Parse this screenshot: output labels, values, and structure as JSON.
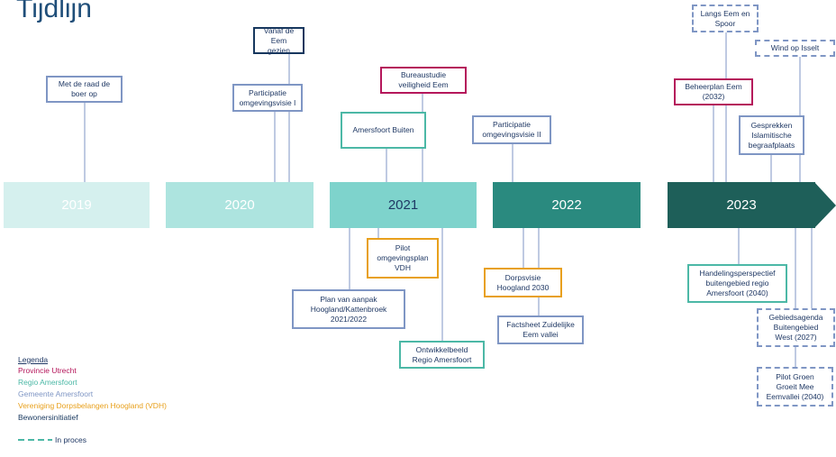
{
  "title": "Tijdlijn",
  "years": [
    {
      "label": "2019",
      "color": "#d5f0ee",
      "text_color": "#ffffff"
    },
    {
      "label": "2020",
      "color": "#ade4df",
      "text_color": "#ffffff"
    },
    {
      "label": "2021",
      "color": "#7ed3cc",
      "text_color": "#1f3864"
    },
    {
      "label": "2022",
      "color": "#2a8a7f",
      "text_color": "#ffffff"
    },
    {
      "label": "2023",
      "color": "#1e5f59",
      "text_color": "#ffffff"
    }
  ],
  "boxes": [
    {
      "id": "raad",
      "text": "Met de raad de\nboer op",
      "category": "gemeente",
      "dashed": false
    },
    {
      "id": "vanaf",
      "text": "Vanaf de Eem\ngezien",
      "category": "bewoners",
      "dashed": false
    },
    {
      "id": "partI",
      "text": "Participatie\nomgevingsvisie I",
      "category": "gemeente",
      "dashed": false
    },
    {
      "id": "bureau",
      "text": "Bureaustudie\nveiligheid Eem",
      "category": "provincie",
      "dashed": false
    },
    {
      "id": "buiten",
      "text": "Amersfoort Buiten",
      "category": "regio",
      "dashed": false
    },
    {
      "id": "partII",
      "text": "Participatie\nomgevingsvisie II",
      "category": "gemeente",
      "dashed": false
    },
    {
      "id": "langs",
      "text": "Langs Eem en\nSpoor",
      "category": "gemeente",
      "dashed": true
    },
    {
      "id": "wind",
      "text": "Wind op  Isselt",
      "category": "gemeente",
      "dashed": true
    },
    {
      "id": "beheer",
      "text": "Beheerplan Eem\n(2032)",
      "category": "provincie",
      "dashed": false
    },
    {
      "id": "gesprek",
      "text": "Gesprekken\nIslamitische\nbegraafplaats",
      "category": "gemeente",
      "dashed": false
    },
    {
      "id": "pilot",
      "text": "Pilot\nomgevingsplan\nVDH",
      "category": "vdh",
      "dashed": false
    },
    {
      "id": "plan",
      "text": "Plan van aanpak\nHoogland/Kattenbroek\n2021/2022",
      "category": "gemeente",
      "dashed": false
    },
    {
      "id": "ontw",
      "text": "Ontwikkelbeeld\nRegio Amersfoort",
      "category": "regio",
      "dashed": false
    },
    {
      "id": "dorps",
      "text": "Dorpsvisie\nHoogland 2030",
      "category": "vdh",
      "dashed": false
    },
    {
      "id": "fact",
      "text": "Factsheet  Zuidelijke\nEem vallei",
      "category": "gemeente",
      "dashed": false
    },
    {
      "id": "handel",
      "text": "Handelingsperspectief\nbuitengebied regio\nAmersfoort (2040)",
      "category": "regio",
      "dashed": false
    },
    {
      "id": "gebied",
      "text": "Gebiedsagenda\nBuitengebied\nWest (2027)",
      "category": "gemeente",
      "dashed": true
    },
    {
      "id": "groen",
      "text": "Pilot Groen\nGroeit Mee\nEemvallei (2040)",
      "category": "gemeente",
      "dashed": true
    }
  ],
  "legend": {
    "heading": "Legenda",
    "items": [
      {
        "label": "Provincie Utrecht",
        "color": "#b5175b"
      },
      {
        "label": "Regio Amersfoort",
        "color": "#4cb8a6"
      },
      {
        "label": "Gemeente Amersfoort",
        "color": "#7f96c4"
      },
      {
        "label": "Vereniging Dorpsbelangen Hoogland (VDH)",
        "color": "#e8a01c"
      },
      {
        "label": "Bewonersinitiatief",
        "color": "#17375e"
      }
    ],
    "in_process": "In proces",
    "in_process_color": "#4cb8a6"
  }
}
